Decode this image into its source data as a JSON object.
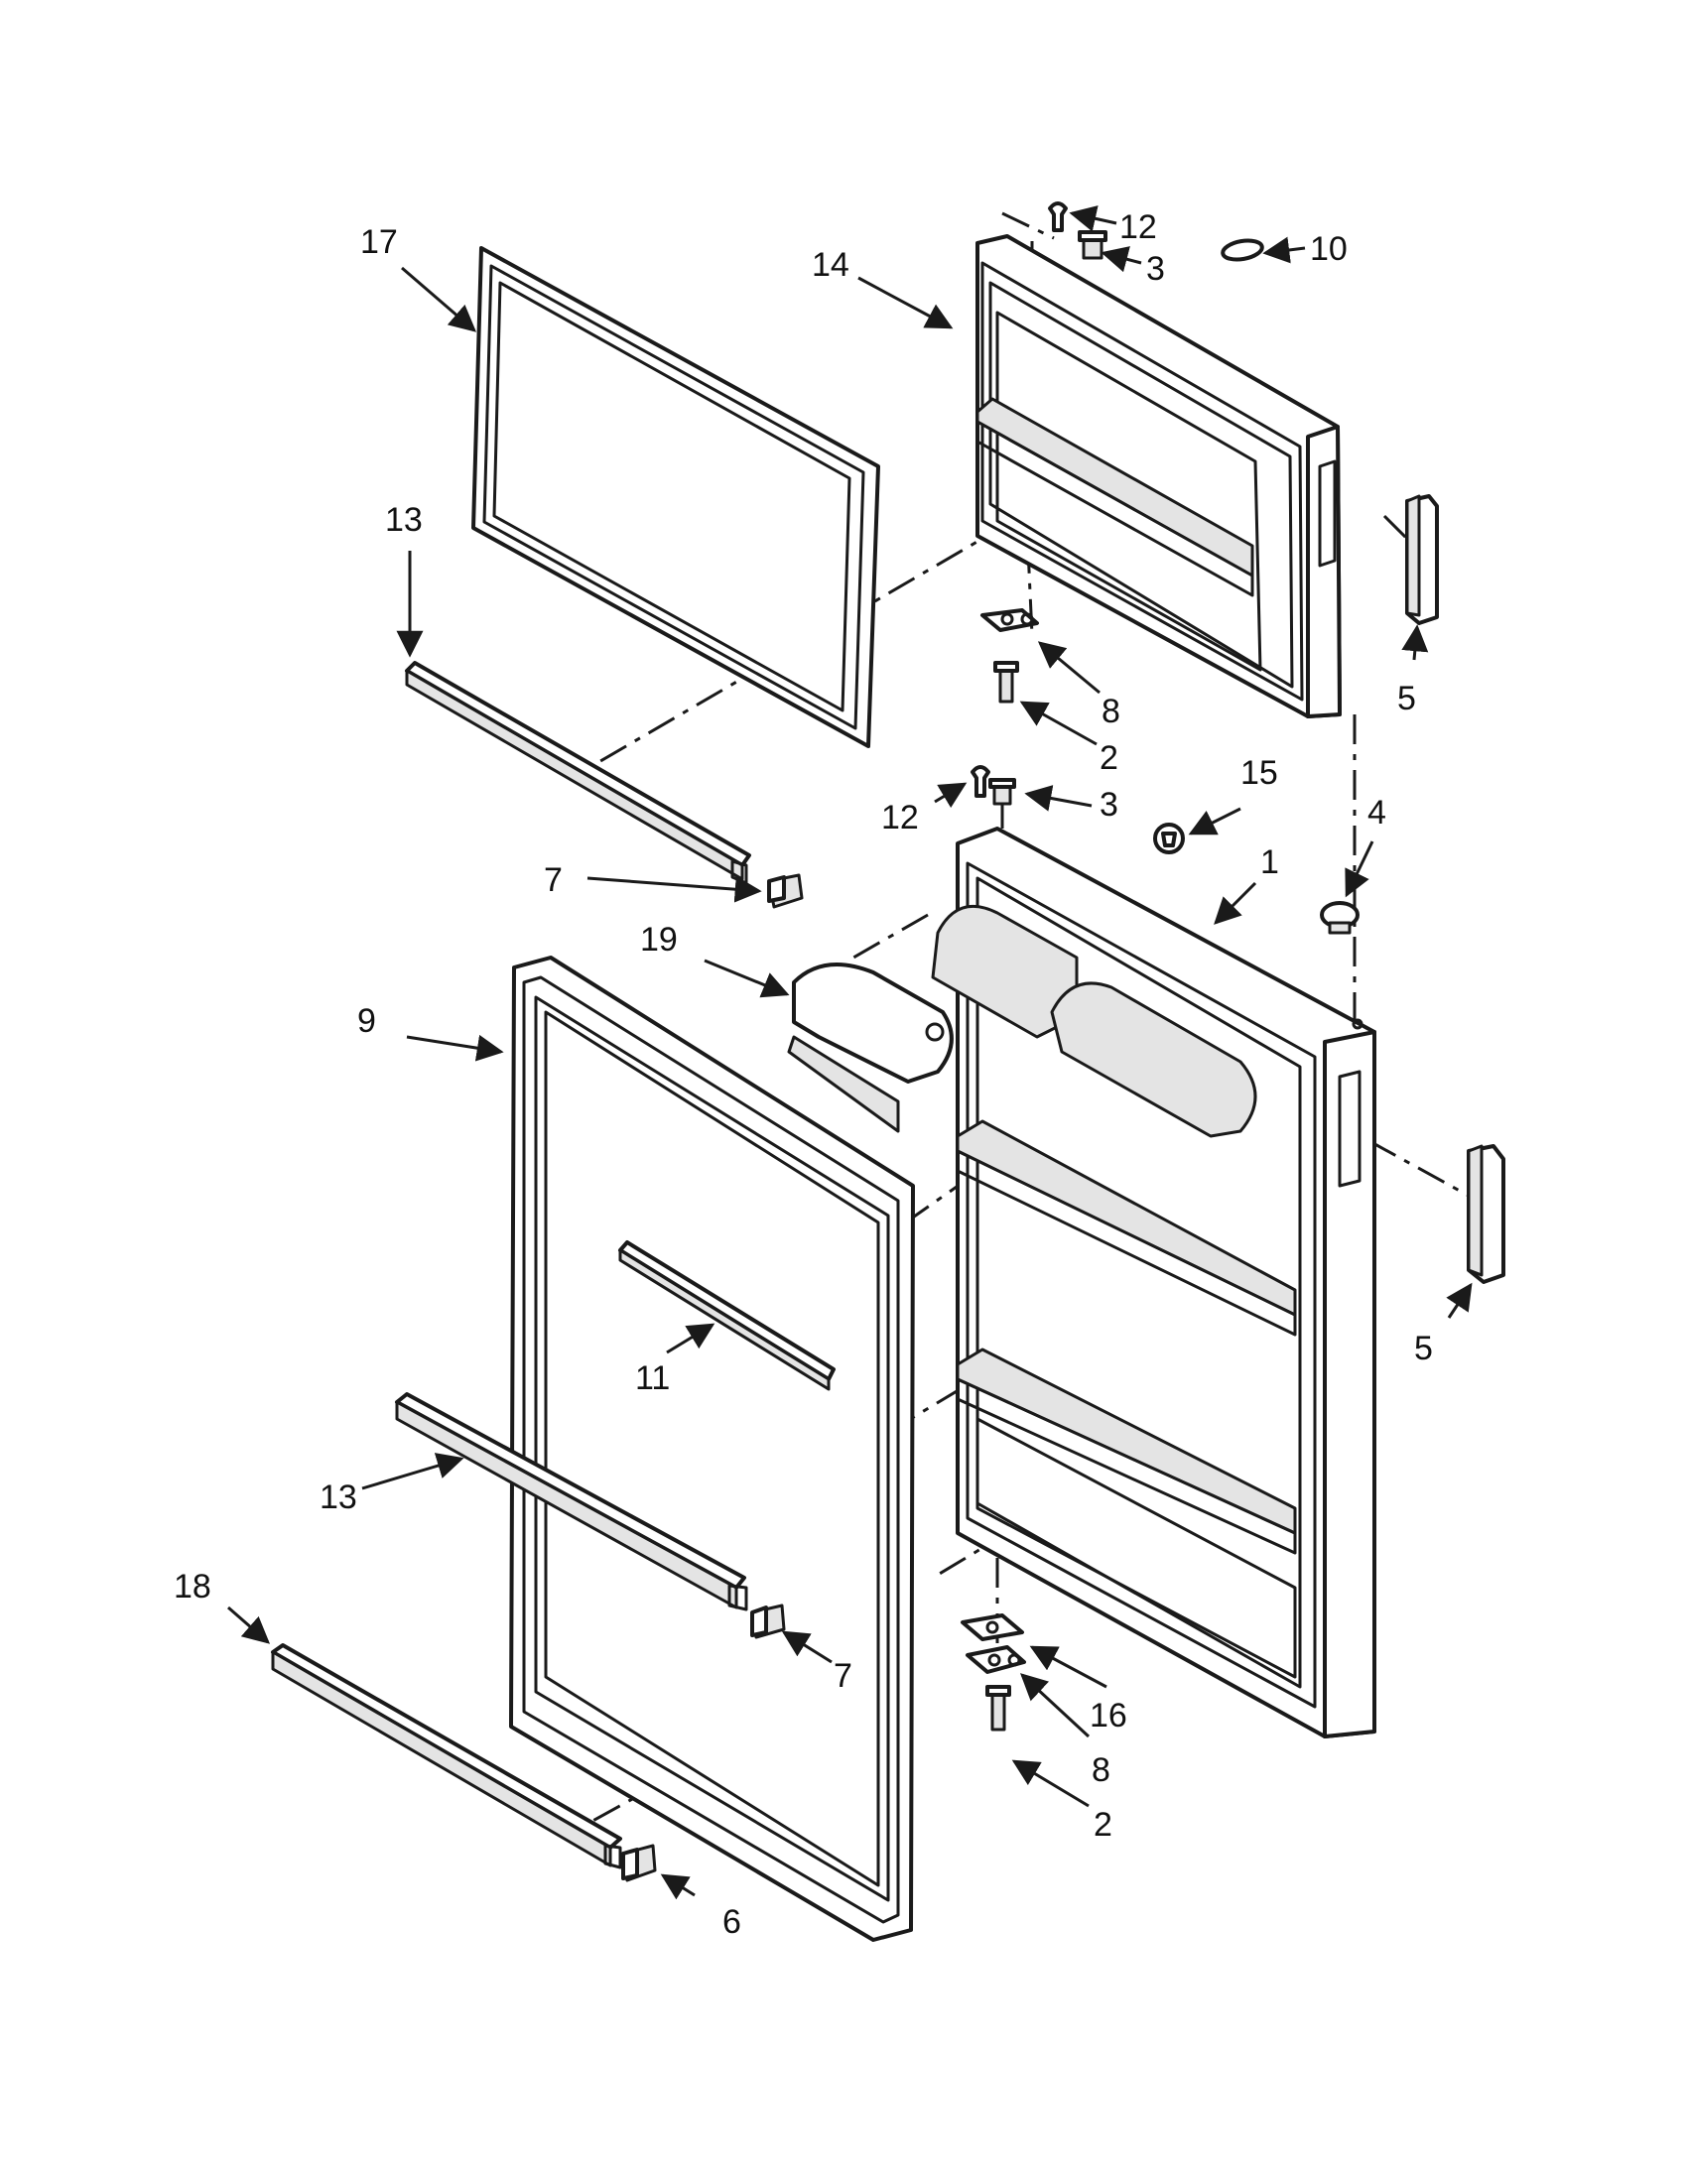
{
  "diagram": {
    "callouts": {
      "c17": "17",
      "c14": "14",
      "c12_top": "12",
      "c3_top": "3",
      "c10": "10",
      "c13_top": "13",
      "c5_top": "5",
      "c8_top": "8",
      "c2_top": "2",
      "c12_mid": "12",
      "c3_mid": "3",
      "c15": "15",
      "c4": "4",
      "c1": "1",
      "c7_top": "7",
      "c19": "19",
      "c9": "9",
      "c5_mid": "5",
      "c11": "11",
      "c13_bottom": "13",
      "c18": "18",
      "c7_bottom": "7",
      "c16": "16",
      "c8_bottom": "8",
      "c2_bottom": "2",
      "c6": "6"
    }
  }
}
